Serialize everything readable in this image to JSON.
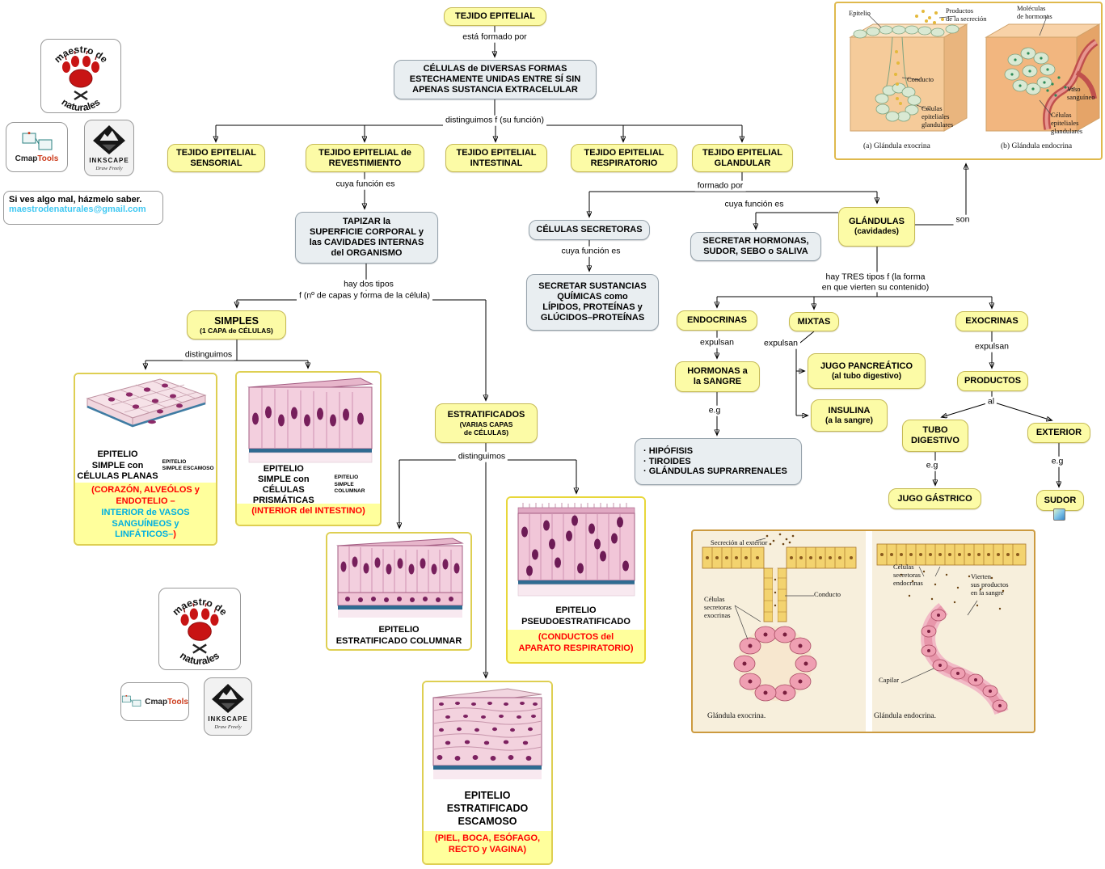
{
  "colors": {
    "node_yellow": "#fcfba6",
    "node_gray": "#e9eef1",
    "caption_red": "#ff0000",
    "caption_cyan": "#00b0e0",
    "email_cyan": "#3fc8f2"
  },
  "nodes": {
    "tejido_epitelial": "TEJIDO EPITELIAL",
    "celulas": "CÉLULAS  de DIVERSAS FORMAS\nESTECHAMENTE UNIDAS ENTRE SÍ SIN\nAPENAS SUSTANCIA EXTRACELULAR",
    "sensorial": "TEJIDO EPITELIAL\nSENSORIAL",
    "revestimiento": "TEJIDO EPITELIAL de\nREVESTIMIENTO",
    "intestinal": "TEJIDO EPITELIAL\nINTESTINAL",
    "respiratorio": "TEJIDO EPITELIAL\nRESPIRATORIO",
    "glandular": "TEJIDO EPITELIAL\nGLANDULAR",
    "tapizar": "TAPIZAR la\nSUPERFICIE CORPORAL y\nlas CAVIDADES INTERNAS\ndel ORGANISMO",
    "simples": {
      "main": "SIMPLES",
      "sub": "(1 CAPA de CÉLULAS)"
    },
    "estratificados": {
      "main": "ESTRATIFICADOS",
      "sub": "(VARIAS CAPAS\nde CÉLULAS)"
    },
    "celulas_secretoras": "CÉLULAS SECRETORAS",
    "secretar_sustancias": "SECRETAR SUSTANCIAS\nQUÍMICAS como\nLÍPIDOS, PROTEÍNAS y\nGLÚCIDOS–PROTEÍNAS",
    "secretar_hormonas": "SECRETAR HORMONAS,\nSUDOR, SEBO o SALIVA",
    "glandulas": {
      "main": "GLÁNDULAS",
      "sub": "(cavidades)"
    },
    "endocrinas": "ENDOCRINAS",
    "mixtas": "MIXTAS",
    "exocrinas": "EXOCRINAS",
    "hormonas_sangre": "HORMONAS a\nla SANGRE",
    "ejemplos_endocrinas": "·  HIPÓFISIS\n·  TIROIDES\n·  GLÁNDULAS SUPRARRENALES",
    "jugo_pancreatico": {
      "main": "JUGO PANCREÁTICO",
      "sub": "(al tubo digestivo)"
    },
    "insulina": {
      "main": "INSULINA",
      "sub": "(a la sangre)"
    },
    "productos": "PRODUCTOS",
    "tubo_digestivo": "TUBO\nDIGESTIVO",
    "exterior": "EXTERIOR",
    "jugo_gastrico": "JUGO GÁSTRICO",
    "sudor": "SUDOR"
  },
  "labels": {
    "esta_formado_por": "está formado por",
    "distinguimos_funcion": "distinguimos f (su función)",
    "cuya_funcion": "cuya función es",
    "hay_dos_tipos": "hay dos tipos",
    "dos_tipos_f": "f (nº de capas y forma de la célula)",
    "distinguimos": "distinguimos",
    "formado_por": "formado por",
    "son": "son",
    "hay_tres_tipos": "hay TRES tipos f (la forma\nen que vierten su contenido)",
    "expulsan": "expulsan",
    "eg": "e.g",
    "al": "al"
  },
  "tissue_cards": {
    "planas": {
      "title": "EPITELIO\nSIMPLE con\nCÉLULAS PLANAS",
      "alt_name": "EPITELIO\nSIMPLE ESCAMOSO",
      "caption_red_1": "(CORAZÓN, ALVEÓLOS y\nENDOTELIO –\n",
      "caption_cyan": "INTERIOR de VASOS\nSANGUÍNEOS y\nLINFÁTICOS–",
      "caption_red_2": ")"
    },
    "prismaticas": {
      "title": "EPITELIO\nSIMPLE con\nCÉLULAS PRISMÁTICAS",
      "alt_name": "EPITELIO\nSIMPLE COLUMNAR",
      "caption": "(INTERIOR del INTESTINO)"
    },
    "columnar": {
      "title": "EPITELIO\nESTRATIFICADO COLUMNAR"
    },
    "pseudo": {
      "title": "EPITELIO\nPSEUDOESTRATIFICADO",
      "caption": "(CONDUCTOS del\nAPARATO RESPIRATORIO)"
    },
    "escamoso": {
      "title": "EPITELIO\nESTRATIFICADO\nESCAMOSO",
      "caption": "(PIEL, BOCA, ESÓFAGO,\nRECTO y VAGINA)"
    }
  },
  "figure_top": {
    "labels": {
      "epitelio": "Epitelio",
      "productos_secrecion": "Productos\nde la secreción",
      "moleculas": "Moléculas\nde hormonas",
      "conducto": "Conducto",
      "celulas_epiteliales_a": "Células\nepiteliales\nglandulares",
      "vaso": "Vaso\nsanguíneo",
      "celulas_epiteliales_b": "Células\nepiteliales\nglandulares",
      "caption_a": "(a) Glándula exocrina",
      "caption_b": "(b) Glándula endocrina"
    }
  },
  "figure_bottom": {
    "labels": {
      "secrecion_exterior": "Secreción al exterior",
      "celulas_secretoras_exo": "Células\nsecretoras\nexocrinas",
      "conducto": "Conducto",
      "celulas_secretoras_endo": "Células\nsecretoras\nendocrinas",
      "vierten": "Vierten\nsus productos\nen la sangre",
      "capilar": "Capilar",
      "caption_exo": "Glándula exocrina.",
      "caption_endo": "Glándula endocrina."
    }
  },
  "logos": {
    "maestro": {
      "arc_top": "maestro de",
      "arc_bottom": "naturales"
    },
    "cmaptools": {
      "cmap": "Cmap",
      "tools": "Tools"
    },
    "inkscape": {
      "name": "INKSCAPE",
      "tagline": "Draw Freely"
    },
    "note": {
      "line1": "Si ves algo mal, házmelo saber.",
      "email": "maestrodenaturales@gmail.com"
    }
  }
}
